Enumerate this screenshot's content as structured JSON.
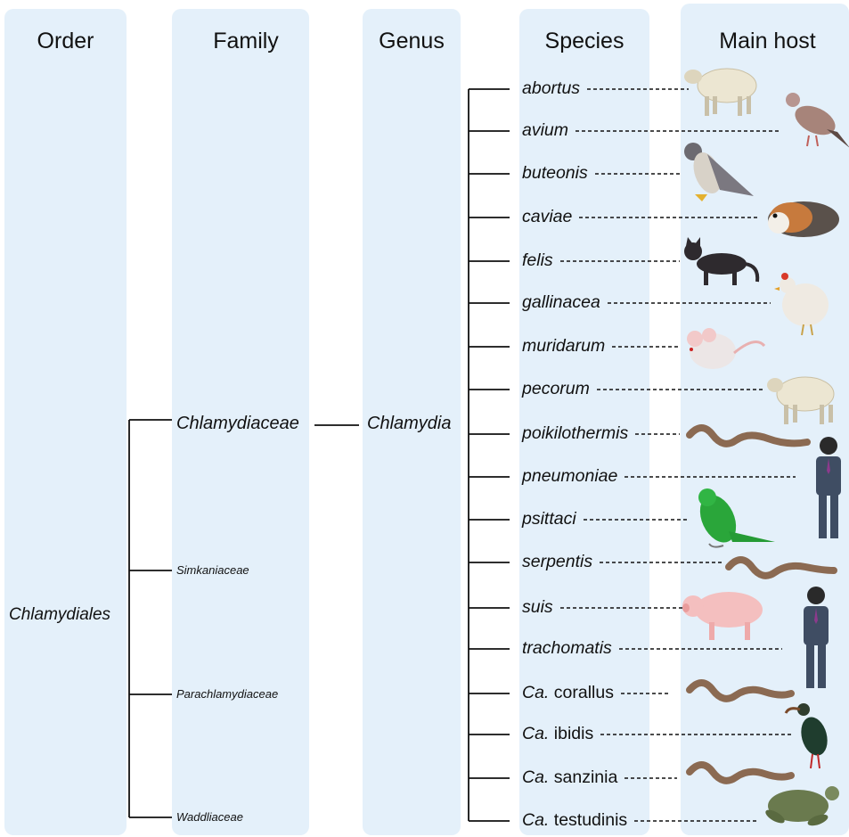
{
  "headers": {
    "order": "Order",
    "family": "Family",
    "genus": "Genus",
    "species": "Species",
    "host": "Main host"
  },
  "order": "Chlamydiales",
  "families": [
    "Chlamydiaceae",
    "Simkaniaceae",
    "Parachlamydiaceae",
    "Waddliaceae"
  ],
  "genus": "Chlamydia",
  "species": [
    {
      "prefix": "",
      "name": "abortus",
      "host_icon": "sheep-icon"
    },
    {
      "prefix": "",
      "name": "avium",
      "host_icon": "pigeon-icon"
    },
    {
      "prefix": "",
      "name": "buteonis",
      "host_icon": "hawk-icon"
    },
    {
      "prefix": "",
      "name": "caviae",
      "host_icon": "guinea-pig-icon"
    },
    {
      "prefix": "",
      "name": "felis",
      "host_icon": "cat-icon"
    },
    {
      "prefix": "",
      "name": "gallinacea",
      "host_icon": "chicken-icon"
    },
    {
      "prefix": "",
      "name": "muridarum",
      "host_icon": "mouse-icon"
    },
    {
      "prefix": "",
      "name": "pecorum",
      "host_icon": "sheep-icon"
    },
    {
      "prefix": "",
      "name": "poikilothermis",
      "host_icon": "snake-icon"
    },
    {
      "prefix": "",
      "name": "pneumoniae",
      "host_icon": "human-icon"
    },
    {
      "prefix": "",
      "name": "psittaci",
      "host_icon": "parrot-icon"
    },
    {
      "prefix": "",
      "name": "serpentis",
      "host_icon": "snake-icon"
    },
    {
      "prefix": "",
      "name": "suis",
      "host_icon": "pig-icon"
    },
    {
      "prefix": "",
      "name": "trachomatis",
      "host_icon": "human-icon"
    },
    {
      "prefix": "Ca.",
      "name": "corallus",
      "host_icon": "snake-icon"
    },
    {
      "prefix": "Ca.",
      "name": "ibidis",
      "host_icon": "ibis-icon"
    },
    {
      "prefix": "Ca.",
      "name": "sanzinia",
      "host_icon": "snake-icon"
    },
    {
      "prefix": "Ca.",
      "name": "testudinis",
      "host_icon": "turtle-icon"
    }
  ],
  "colors": {
    "panel": "#e4f0fa",
    "line": "#111111"
  }
}
